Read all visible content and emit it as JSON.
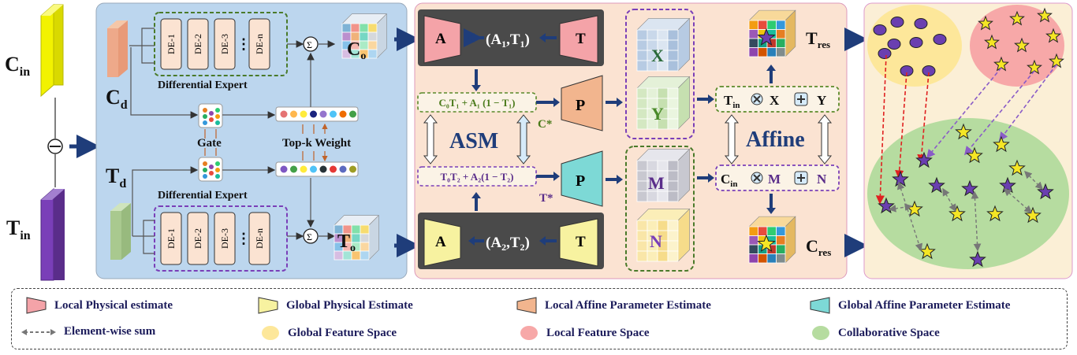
{
  "inputs": {
    "c_in": "C",
    "c_in_sub": "in",
    "t_in": "T",
    "t_in_sub": "in",
    "minus_symbol": "⊖"
  },
  "panel1": {
    "c_d": "C",
    "c_d_sub": "d",
    "t_d": "T",
    "t_d_sub": "d",
    "experts_top": [
      "DE-1",
      "DE-2",
      "DE-3",
      "DE-n"
    ],
    "experts_bottom": [
      "DE-1",
      "DE-2",
      "DE-3",
      "DE-n"
    ],
    "ellipsis": "⋮",
    "diff_expert_label_top": "Differential Expert",
    "diff_expert_label_bottom": "Differential Expert",
    "gate_label": "Gate",
    "topk_label": "Top-k Weight",
    "sum_symbol": "Σ",
    "c_o": "C",
    "c_o_sub": "o",
    "t_o": "T",
    "t_o_sub": "o",
    "weight_colors_top": [
      "#e57373",
      "#ffb74d",
      "#ffeb3b",
      "#1a237e",
      "#9575cd",
      "#4fc3f7",
      "#ef6c00",
      "#43a047"
    ],
    "weight_colors_bottom": [
      "#7e57c2",
      "#43a047",
      "#ffeb3b",
      "#4fc3f7",
      "#263238",
      "#e53935",
      "#5c6bc0",
      "#9e9d24"
    ]
  },
  "panel2": {
    "block_a_top": "A",
    "block_t_top": "T",
    "pair_top": "(A",
    "pair_top_sub1": "1",
    "pair_top_mid": ",T",
    "pair_top_sub2": "1",
    "pair_top_end": ")",
    "block_a_bottom": "A",
    "block_t_bottom": "T",
    "pair_bottom": "(A",
    "pair_bottom_sub1": "2",
    "pair_bottom_mid": ",T",
    "pair_bottom_sub2": "2",
    "pair_bottom_end": ")",
    "formula_c": "C₀T₁ + A₁ (1 − T₁)",
    "formula_t": "T₀T₂ + A₂(1 − T₂)",
    "asm_label": "ASM",
    "p_top": "P",
    "p_bottom": "P",
    "c_star": "C*",
    "t_star": "T*",
    "cube_x": "X",
    "cube_y": "Y",
    "cube_m": "M",
    "cube_n": "N",
    "affine_label": "Affine",
    "eq_top": "T",
    "eq_top_sub": "in",
    "eq_top_rest": "X",
    "eq_top_y": "Y",
    "eq_bottom": "C",
    "eq_bottom_sub": "in",
    "eq_bottom_rest": "M",
    "eq_bottom_n": "N",
    "t_res": "T",
    "t_res_sub": "res",
    "c_res": "C",
    "c_res_sub": "res"
  },
  "legend": {
    "items": [
      {
        "label": "Local Physical estimate",
        "color": "#f4a3a8"
      },
      {
        "label": "Global Physical Estimate",
        "color": "#f7f2a0"
      },
      {
        "label": "Local Affine Parameter Estimate",
        "color": "#f2b58e"
      },
      {
        "label": "Global Affine Parameter Estimate",
        "color": "#7dd9d6"
      },
      {
        "label": "Element-wise sum",
        "color": "#888888"
      },
      {
        "label": "Global Feature Space",
        "color": "#fde79a"
      },
      {
        "label": "Local Feature Space",
        "color": "#f7a8a8"
      },
      {
        "label": "Collaborative Space",
        "color": "#b6dca0"
      }
    ]
  },
  "colors": {
    "panel1_bg": "#bcd6ee",
    "panel2_bg": "#fbe3d2",
    "panel3_bg": "#fbefd6",
    "arrow": "#1f3d7a",
    "c_in_bar": "#f2f200",
    "t_in_bar": "#7a3fb8"
  }
}
